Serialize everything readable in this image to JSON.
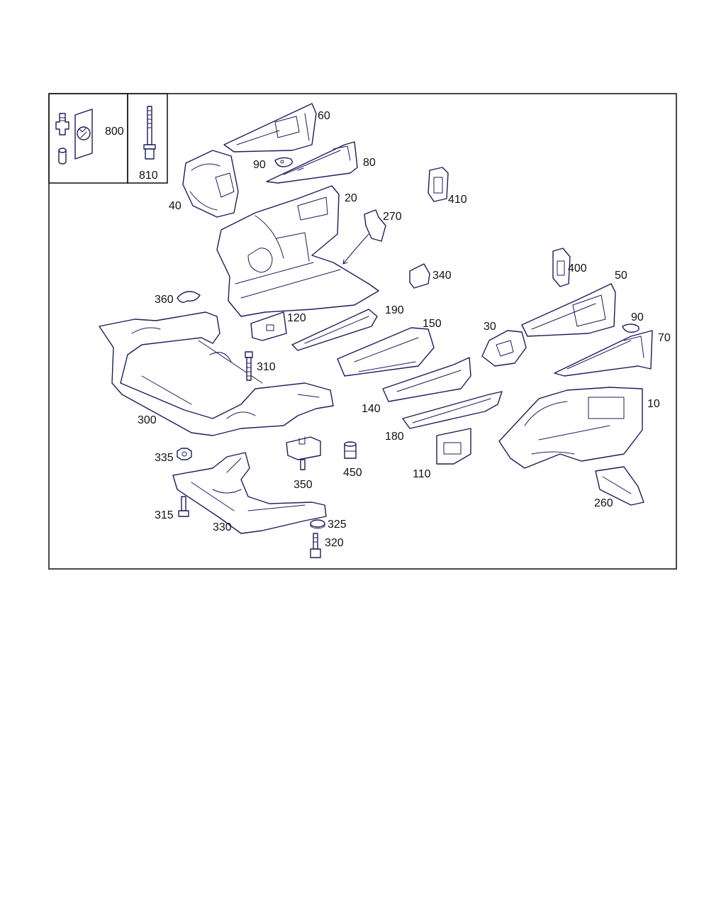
{
  "diagram": {
    "inset_callouts": [
      "800",
      "810"
    ],
    "callouts": [
      "60",
      "90",
      "80",
      "40",
      "20",
      "270",
      "410",
      "340",
      "400",
      "50",
      "360",
      "120",
      "190",
      "150",
      "30",
      "90",
      "70",
      "310",
      "140",
      "10",
      "300",
      "180",
      "335",
      "350",
      "450",
      "110",
      "260",
      "315",
      "330",
      "325",
      "320"
    ],
    "colors": {
      "line": "#1c1c5e",
      "frame": "#1a1a1a",
      "text": "#111111"
    }
  }
}
